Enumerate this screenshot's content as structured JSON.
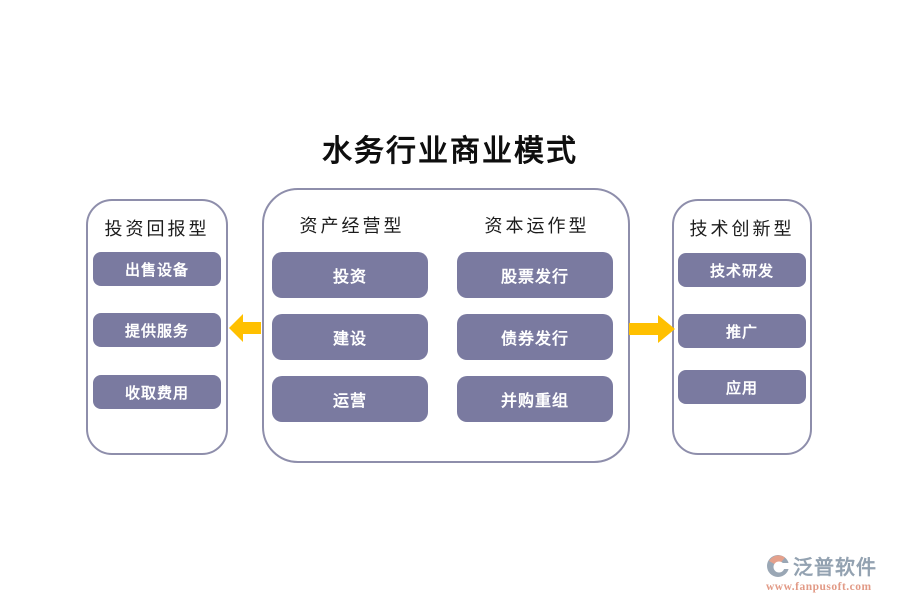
{
  "title": "水务行业商业模式",
  "groups": {
    "investment_return": {
      "header": "投资回报型",
      "items": [
        "出售设备",
        "提供服务",
        "收取费用"
      ]
    },
    "asset_operation": {
      "header": "资产经营型",
      "items": [
        "投资",
        "建设",
        "运营"
      ]
    },
    "capital_operation": {
      "header": "资本运作型",
      "items": [
        "股票发行",
        "债券发行",
        "并购重组"
      ]
    },
    "tech_innovation": {
      "header": "技术创新型",
      "items": [
        "技术研发",
        "推广",
        "应用"
      ]
    }
  },
  "arrows": {
    "left": "arrow-pointing-left",
    "right": "arrow-pointing-right"
  },
  "watermark": {
    "name": "泛普软件",
    "url": "www.fanpusoft.com"
  },
  "footer_logo": {
    "name": "泛普软件",
    "url": "www.fanpusoft.com"
  },
  "colors": {
    "node_fill": "#7a7aa0",
    "box_border": "#8e8eab",
    "arrow": "#ffc000",
    "title_text": "#0e0e0e",
    "logo_text": "#93a2b1",
    "logo_url_text": "#e29a86"
  }
}
